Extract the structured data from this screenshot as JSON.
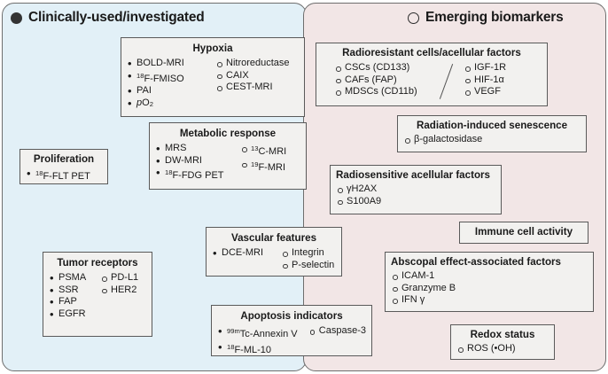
{
  "figure": {
    "type": "two-panel-category-diagram",
    "panels": [
      {
        "id": "clinical",
        "header": "Clinically-used/investigated",
        "marker": "filled-circle",
        "background": "#e2f0f7"
      },
      {
        "id": "emerging",
        "header": "Emerging biomarkers",
        "marker": "hollow-circle",
        "background": "#f2e6e6"
      }
    ]
  },
  "boxes": {
    "hypoxia": {
      "title": "Hypoxia",
      "clinical": [
        "BOLD-MRI",
        "18F-FMISO",
        "PAI",
        "pO2"
      ],
      "emerging": [
        "Nitroreductase",
        "CAIX",
        "CEST-MRI"
      ]
    },
    "metabolic": {
      "title": "Metabolic response",
      "clinical": [
        "MRS",
        "DW-MRI",
        "18F-FDG PET"
      ],
      "emerging": [
        "13C-MRI",
        "19F-MRI"
      ]
    },
    "proliferation": {
      "title": "Proliferation",
      "clinical": [
        "18F-FLT PET"
      ],
      "emerging": []
    },
    "tumor_receptors": {
      "title": "Tumor receptors",
      "clinical": [
        "PSMA",
        "SSR",
        "FAP",
        "EGFR"
      ],
      "emerging": [
        "PD-L1",
        "HER2"
      ]
    },
    "vascular": {
      "title": "Vascular features",
      "clinical": [
        "DCE-MRI"
      ],
      "emerging": [
        "Integrin",
        "P-selectin"
      ]
    },
    "apoptosis": {
      "title": "Apoptosis indicators",
      "clinical": [
        "99mTc-Annexin V",
        "18F-ML-10"
      ],
      "emerging": [
        "Caspase-3"
      ]
    },
    "radioresistant": {
      "title": "Radioresistant cells/acellular factors",
      "emerging_col1": [
        "CSCs (CD133)",
        "CAFs (FAP)",
        "MDSCs (CD11b)"
      ],
      "emerging_col2": [
        "IGF-1R",
        "HIF-1α",
        "VEGF"
      ]
    },
    "senescence": {
      "title": "Radiation-induced senescence",
      "emerging": [
        "β-galactosidase"
      ]
    },
    "radiosensitive": {
      "title": "Radiosensitive acellular factors",
      "emerging": [
        "γH2AX",
        "S100A9"
      ]
    },
    "immune": {
      "title": "Immune cell activity",
      "emerging": []
    },
    "abscopal": {
      "title": "Abscopal effect-associated factors",
      "emerging": [
        "ICAM-1",
        "Granzyme B",
        "IFN γ"
      ]
    },
    "redox": {
      "title": "Redox status",
      "emerging": [
        "ROS (•OH)"
      ]
    }
  }
}
